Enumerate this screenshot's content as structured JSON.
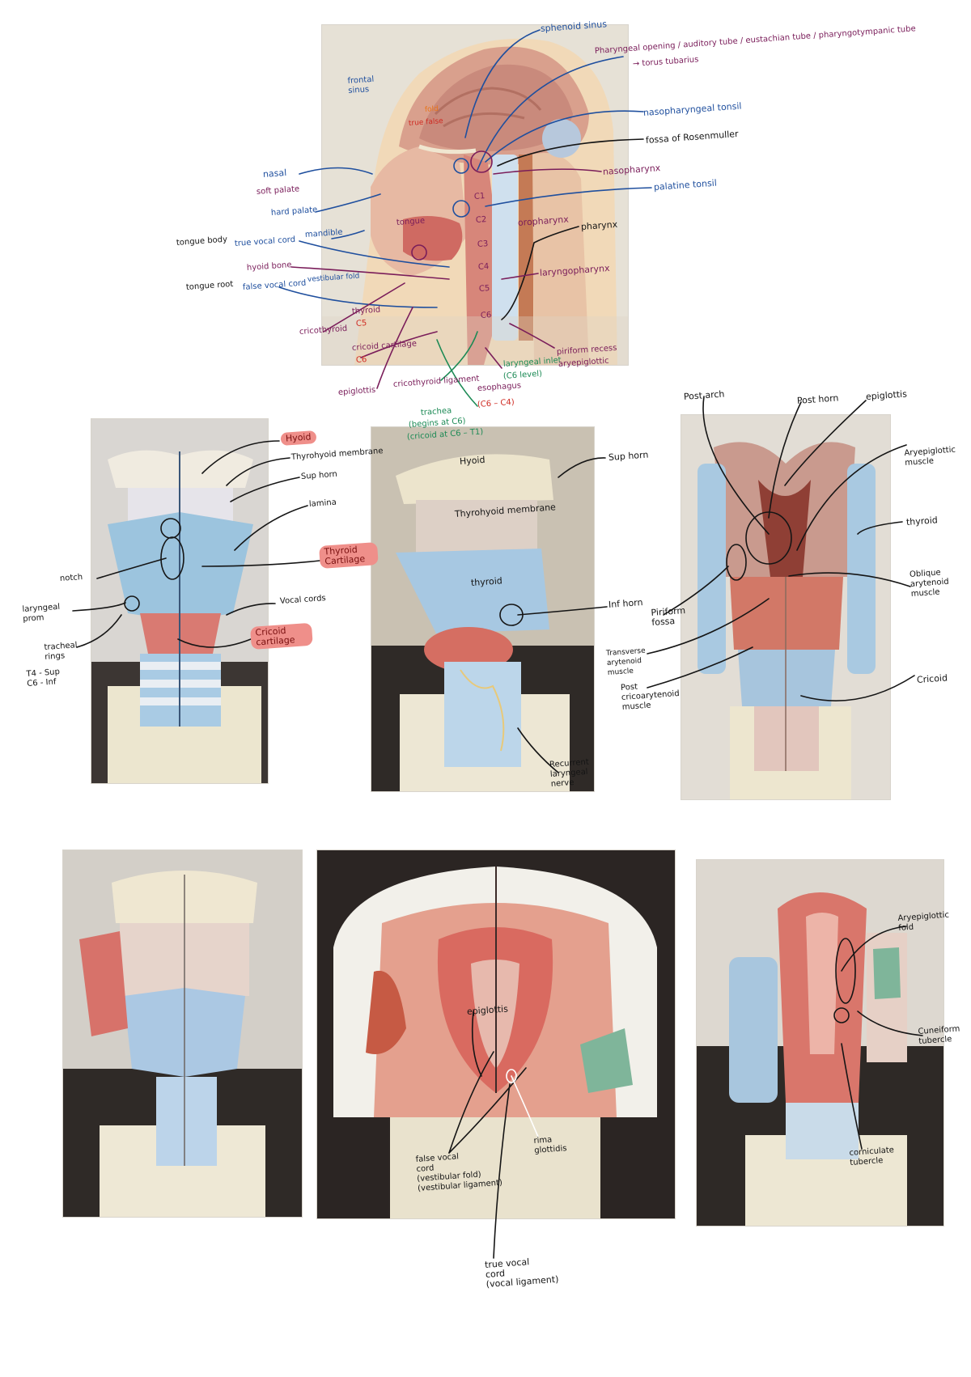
{
  "figures": [
    {
      "name": "midsagittal-head-model-photo"
    },
    {
      "name": "larynx-anterior-model-photo"
    },
    {
      "name": "larynx-lateral-model-photo"
    },
    {
      "name": "larynx-posterior-muscles-photo"
    },
    {
      "name": "larynx-posterior-whole-photo"
    },
    {
      "name": "larynx-superior-view-photo"
    },
    {
      "name": "larynx-posterolateral-view-photo"
    }
  ],
  "colors": {
    "blue": "#1f4f9e",
    "purple": "#7a1d5a",
    "red": "#cf2a22",
    "green": "#1c8a55",
    "orange": "#e8751a",
    "black": "#151515",
    "highlight": "#ef8f8a"
  },
  "annotations": {
    "sag_sphenoid_sinus": "sphenoid sinus",
    "sag_pharyngeal_opening": "Pharyngeal opening / auditory tube / eustachian tube / pharyngotympanic tube",
    "sag_torus_tubarius": "→ torus tubarius",
    "sag_nasopharyngeal_tonsil": "nasopharyngeal tonsil",
    "sag_fossa_rosenmuller": "fossa of Rosenmuller",
    "sag_nasopharynx": "nasopharynx",
    "sag_palatine_tonsil": "palatine tonsil",
    "sag_oropharynx": "oropharynx",
    "sag_pharynx": "pharynx",
    "sag_laryngopharynx": "laryngopharynx",
    "sag_frontal_sinus": "frontal sinus",
    "sag_nasal": "nasal",
    "sag_hard_palate": "hard palate",
    "sag_soft_palate": "soft palate",
    "sag_mandible": "mandible",
    "sag_tongue": "tongue",
    "sag_hyoid_bone": "hyoid bone",
    "sag_tongue_body": "tongue body",
    "sag_tongue_root": "tongue root",
    "sag_vocal_cord": "true vocal cord",
    "sag_false_cord": "false vocal cord",
    "sag_vestibular_fold": "vestibular fold",
    "sag_thyroid": "thyroid",
    "sag_c5": "C5",
    "sag_cricoid_cartilage": "cricoid cartilage",
    "sag_c6": "C6",
    "sag_epiglottis": "epiglottis",
    "sag_laryngeal_inlet": "laryngeal inlet",
    "sag_esophagus": "esophagus",
    "sag_c6_level": "(C6 level)",
    "sag_trachea": "trachea",
    "sag_trachea_note": "(begins at C6)",
    "sag_isthmus": "(cricoid at C6 – T1)",
    "sag_c6_c4": "(C6 – C4)",
    "sag_cricothyroid_ligament": "cricothyroid ligament",
    "sag_aryepiglottic": "aryepiglottic",
    "sag_piriform": "piriform recess",
    "sag_vertebra_c1": "C1",
    "sag_vertebra_c2": "C2",
    "sag_vertebra_c3": "C3",
    "sag_vertebra_c4": "C4",
    "sag_vertebra_c5": "C5",
    "sag_vertebra_c6": "C6",
    "sag_cricothyroid": "cricothyroid",
    "sag_true_false": "true false",
    "sag_fold": "fold",
    "la_hyoid": "Hyoid",
    "la_thyrohyoid_membrane": "Thyrohyoid membrane",
    "la_sup_horn": "Sup horn",
    "la_lamina": "lamina",
    "la_notch": "notch",
    "la_thyroid_cartilage": "Thyroid Cartilage",
    "la_vocal_cords": "Vocal cords",
    "la_cricoid_cartilage": "Cricoid cartilage",
    "la_laryngeal_prominence": "laryngeal prom",
    "la_tracheal_rings": "tracheal rings",
    "la_note": "T4 - Sup\nC6 - Inf",
    "ll_hyoid": "Hyoid",
    "ll_thyrohyoid_membrane": "Thyrohyoid membrane",
    "ll_sup_horn": "Sup horn",
    "ll_thyroid": "thyroid",
    "ll_inf_horn": "Inf horn",
    "ll_recurrent": "Recurrent\nlaryngeal\nnerve",
    "lp_post_arch": "Post arch",
    "lp_post_horn": "Post horn",
    "lp_epiglottis": "epiglottis",
    "lp_aryepiglottic": "Aryepiglottic\nmuscle",
    "lp_thyroid": "thyroid",
    "lp_oblique": "Oblique\narytenoid\nmuscle",
    "lp_piriform": "Piriform\nfossa",
    "lp_transverse": "Transverse\narytenoid\nmuscle",
    "lp_post_crico": "Post\ncricoarytenoid\nmuscle",
    "lp_cricoid": "Cricoid",
    "ls_epiglottis": "epiglottis",
    "ls_false_cord": "false vocal\ncord\n(vestibular fold)\n(vestibular ligament)",
    "ls_true_cord": "true vocal\ncord\n(vocal ligament)",
    "ls_rima": "rima\nglottidis",
    "lpl_aryepiglottic_fold": "Aryepiglottic\nfold",
    "lpl_cuneiform": "Cuneiform\ntubercle",
    "lpl_corniculate": "corniculate\ntubercle"
  }
}
